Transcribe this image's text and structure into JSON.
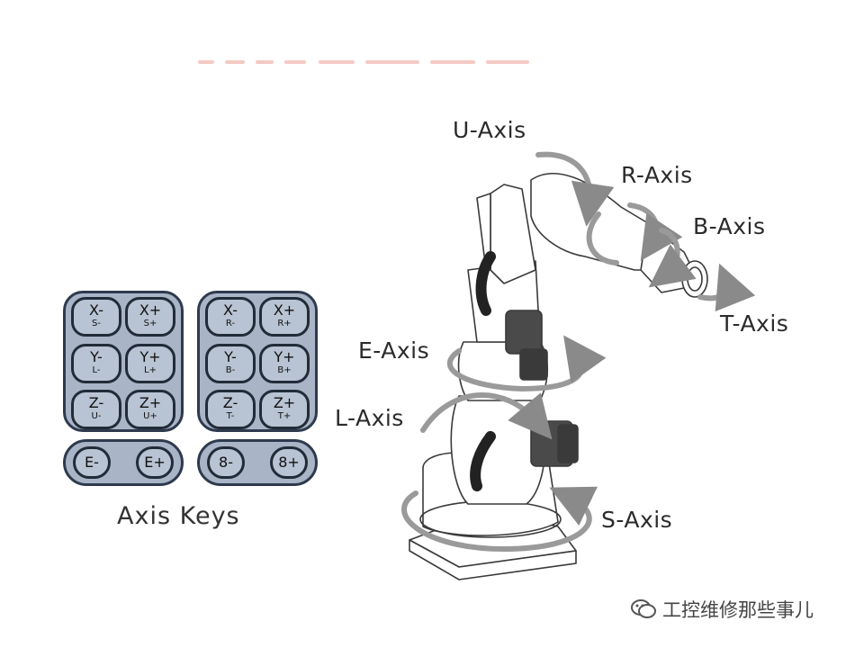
{
  "axis_labels": {
    "u": "U-Axis",
    "r": "R-Axis",
    "b": "B-Axis",
    "t": "T-Axis",
    "e": "E-Axis",
    "l": "L-Axis",
    "s": "S-Axis"
  },
  "keys_title": "Axis Keys",
  "left_keys": [
    {
      "main": "X-",
      "sub": "S-"
    },
    {
      "main": "X+",
      "sub": "S+"
    },
    {
      "main": "Y-",
      "sub": "L-"
    },
    {
      "main": "Y+",
      "sub": "L+"
    },
    {
      "main": "Z-",
      "sub": "U-"
    },
    {
      "main": "Z+",
      "sub": "U+"
    }
  ],
  "right_keys": [
    {
      "main": "X-",
      "sub": "R-"
    },
    {
      "main": "X+",
      "sub": "R+"
    },
    {
      "main": "Y-",
      "sub": "B-"
    },
    {
      "main": "Y+",
      "sub": "B+"
    },
    {
      "main": "Z-",
      "sub": "T-"
    },
    {
      "main": "Z+",
      "sub": "T+"
    }
  ],
  "left_round_keys": [
    "E-",
    "E+"
  ],
  "right_round_keys": [
    "8-",
    "8+"
  ],
  "watermark": "工控维修那些事儿",
  "colors": {
    "panel": "#a9b5c6",
    "key": "#b8c3d3",
    "outline": "#222b38",
    "arrow": "#9a9a9a"
  }
}
